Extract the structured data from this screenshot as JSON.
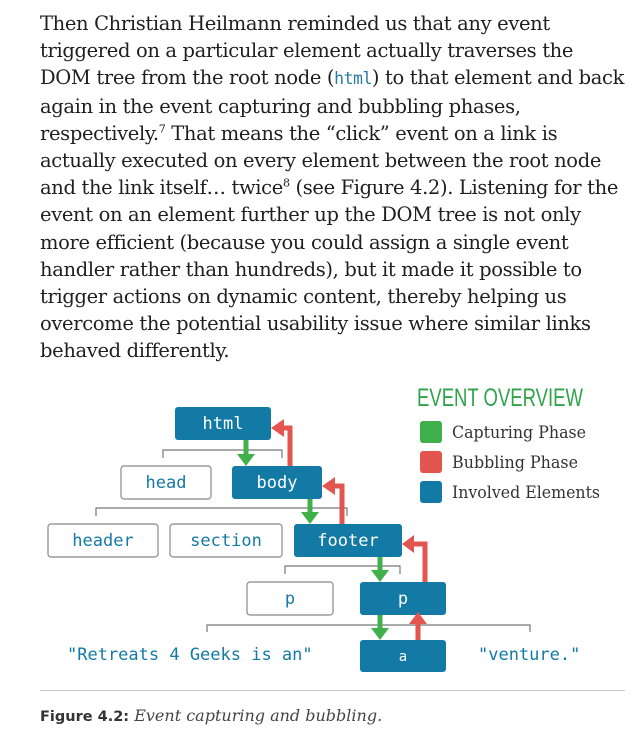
{
  "body": {
    "part1": "Then Christian Heilmann reminded us that any event triggered on a particular element actually traverses the DOM tree from the root node (",
    "code": "html",
    "part2": ") to that element and back again in the event capturing and bubbling phases, respectively.",
    "sup1": "7",
    "part3": " That means the “click” event on a link is actually executed on every element between the root node and the link itself… twice",
    "sup2": "8",
    "part4": " (see Figure 4.2). Listening for the event on an element further up the DOM tree is not only more efficient (because you could assign a single event handler rather than hundreds), but it made it possible to trigger actions on dynamic content, thereby helping us overcome the potential usability issue where similar links behaved differently."
  },
  "legend": {
    "title": "EVENT OVERVIEW",
    "items": [
      {
        "label": "Capturing Phase",
        "color": "#3fb04a"
      },
      {
        "label": "Bubbling Phase",
        "color": "#e3564f"
      },
      {
        "label": "Involved Elements",
        "color": "#137aa5"
      }
    ]
  },
  "nodes": {
    "html": "html",
    "head": "head",
    "body": "body",
    "header": "header",
    "section": "section",
    "footer": "footer",
    "p1": "p",
    "p2": "p",
    "a": "a",
    "text_left": "\"Retreats 4 Geeks is an\"",
    "text_right": "\"venture.\""
  },
  "colors": {
    "involved": "#137aa5",
    "capture": "#3fb04a",
    "bubble": "#e3564f",
    "legend_title": "#2fa34a"
  },
  "caption": {
    "label": "Figure 4.2:",
    "text": "Event capturing and bubbling."
  }
}
